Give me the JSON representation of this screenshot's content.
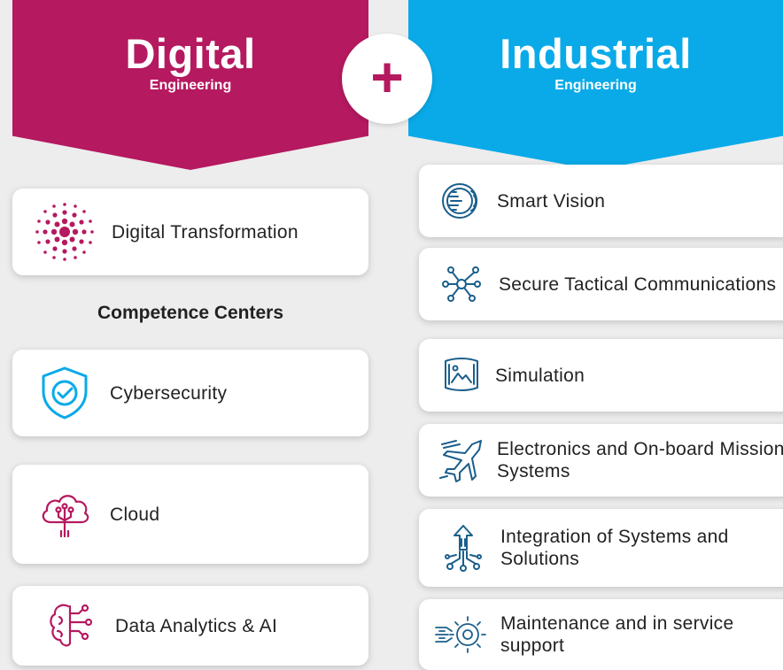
{
  "left": {
    "title": "Digital",
    "subtitle": "Engineering",
    "color": "#b5195f",
    "section_heading": "Competence Centers",
    "cards": [
      {
        "label": "Digital Transformation",
        "icon": "dots-sphere-icon"
      },
      {
        "label": "Cybersecurity",
        "icon": "shield-check-icon"
      },
      {
        "label": "Cloud",
        "icon": "cloud-circuit-icon"
      },
      {
        "label": "Data Analytics & AI",
        "icon": "brain-circuit-icon"
      }
    ]
  },
  "plus": {
    "symbol": "+"
  },
  "right": {
    "title": "Industrial",
    "subtitle": "Engineering",
    "color": "#0aaae8",
    "cards": [
      {
        "label": "Smart Vision",
        "icon": "smart-vision-icon"
      },
      {
        "label": "Secure Tactical Communications",
        "icon": "network-nodes-icon"
      },
      {
        "label": "Simulation",
        "icon": "simulation-screen-icon"
      },
      {
        "label": "Electronics and On-board Mission Systems",
        "icon": "jet-plane-icon"
      },
      {
        "label": "Integration of Systems and Solutions",
        "icon": "integration-arrow-icon"
      },
      {
        "label": "Maintenance and in service support",
        "icon": "gear-hand-icon"
      }
    ]
  }
}
